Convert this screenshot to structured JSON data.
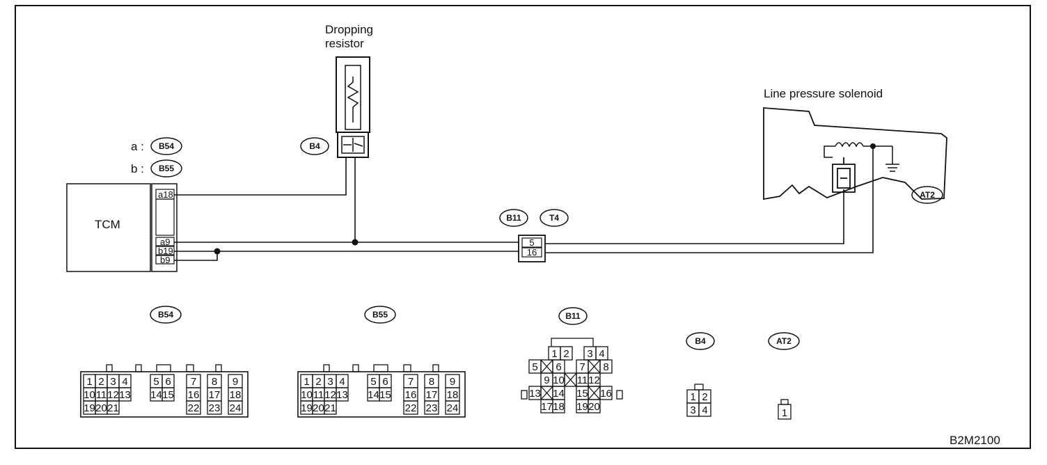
{
  "labels": {
    "dropping_resistor_1": "Dropping",
    "dropping_resistor_2": "resistor",
    "line_pressure_solenoid": "Line pressure solenoid",
    "tcm": "TCM",
    "a_prefix": "a :",
    "b_prefix": "b :",
    "figure_code": "B2M2100"
  },
  "tags": {
    "b54": "B54",
    "b55": "B55",
    "b4": "B4",
    "b11": "B11",
    "t4": "T4",
    "at2": "AT2"
  },
  "tcm_pins": {
    "a18": "a18",
    "a9": "a9",
    "b19": "b19",
    "b9": "b9"
  },
  "b11_pins": {
    "p5": "5",
    "p16": "16"
  },
  "connectors": {
    "b54": {
      "tag": "B54",
      "rows": [
        [
          "1",
          "2",
          "3",
          "4",
          "5",
          "6",
          "7",
          "8",
          "9"
        ],
        [
          "10",
          "11",
          "12",
          "13",
          "14",
          "15",
          "16",
          "17",
          "18"
        ],
        [
          "19",
          "20",
          "21",
          "22",
          "23",
          "24"
        ]
      ]
    },
    "b55": {
      "tag": "B55",
      "rows": [
        [
          "1",
          "2",
          "3",
          "4",
          "5",
          "6",
          "7",
          "8",
          "9"
        ],
        [
          "10",
          "11",
          "12",
          "13",
          "14",
          "15",
          "16",
          "17",
          "18"
        ],
        [
          "19",
          "20",
          "21",
          "22",
          "23",
          "24"
        ]
      ]
    },
    "b11": {
      "tag": "B11",
      "rows": [
        [
          "1",
          "2",
          "3",
          "4"
        ],
        [
          "5",
          "6",
          "7",
          "8"
        ],
        [
          "9",
          "10",
          "11",
          "12"
        ],
        [
          "13",
          "14",
          "15",
          "16"
        ],
        [
          "17",
          "18",
          "19",
          "20"
        ]
      ]
    },
    "b4": {
      "tag": "B4",
      "rows": [
        [
          "1",
          "2"
        ],
        [
          "3",
          "4"
        ]
      ]
    },
    "at2": {
      "tag": "AT2",
      "rows": [
        [
          "1"
        ]
      ]
    }
  }
}
